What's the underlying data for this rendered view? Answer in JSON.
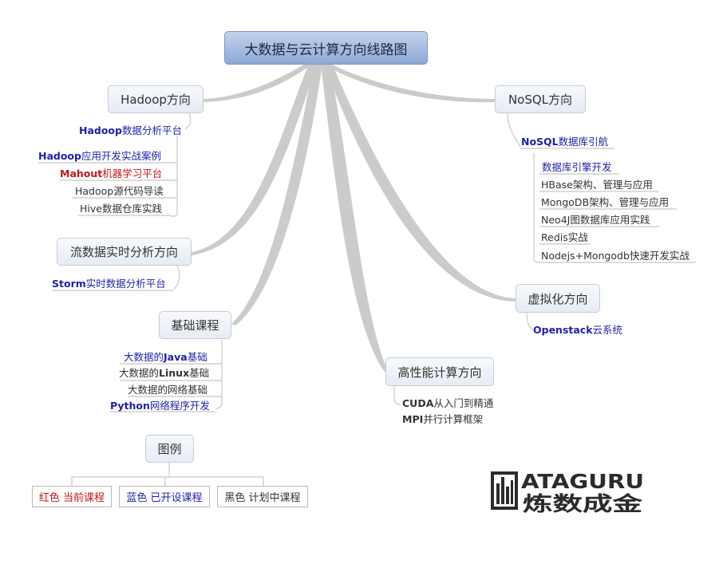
{
  "root": {
    "title": "大数据与云计算方向线路图"
  },
  "branches": {
    "hadoop": {
      "title": "Hadoop方向",
      "items": [
        {
          "bold": "Hadoop",
          "rest": "数据分析平台",
          "color": "blue"
        },
        {
          "bold": "Hadoop",
          "rest": "应用开发实战案例",
          "color": "blue"
        },
        {
          "bold": "Mahout",
          "rest": "机器学习平台",
          "color": "red"
        },
        {
          "bold": "",
          "rest": "Hadoop源代码导读",
          "color": "black"
        },
        {
          "bold": "",
          "rest": "Hive数据仓库实践",
          "color": "black"
        }
      ]
    },
    "streaming": {
      "title": "流数据实时分析方向",
      "items": [
        {
          "bold": "Storm",
          "rest": "实时数据分析平台",
          "color": "blue"
        }
      ]
    },
    "basics": {
      "title": "基础课程",
      "items": [
        {
          "pre": "大数据的",
          "bold": "Java",
          "rest": "基础",
          "color": "blue"
        },
        {
          "pre": "大数据的",
          "bold": "Linux",
          "rest": "基础",
          "color": "black"
        },
        {
          "pre": "",
          "bold": "",
          "rest": "大数据的网络基础",
          "color": "black"
        },
        {
          "pre": "",
          "bold": "Python",
          "rest": "网络程序开发",
          "color": "blue"
        }
      ]
    },
    "nosql": {
      "title": "NoSQL方向",
      "items": [
        {
          "bold": "NoSQL",
          "rest": "数据库引航",
          "color": "blue"
        },
        {
          "bold": "",
          "rest": "数据库引擎开发",
          "color": "blue"
        },
        {
          "bold": "",
          "rest": "HBase架构、管理与应用",
          "color": "black"
        },
        {
          "bold": "",
          "rest": "MongoDB架构、管理与应用",
          "color": "black"
        },
        {
          "bold": "",
          "rest": "Neo4J图数据库应用实践",
          "color": "black"
        },
        {
          "bold": "",
          "rest": "Redis实战",
          "color": "black"
        },
        {
          "bold": "",
          "rest": "Nodejs+Mongodb快速开发实战",
          "color": "black"
        }
      ]
    },
    "virtualization": {
      "title": "虚拟化方向",
      "items": [
        {
          "bold": "Openstack",
          "rest": "云系统",
          "color": "blue"
        }
      ]
    },
    "hpc": {
      "title": "高性能计算方向",
      "items": [
        {
          "bold": "CUDA",
          "rest": "从入门到精通",
          "color": "black"
        },
        {
          "bold": "MPI",
          "rest": "并行计算框架",
          "color": "black"
        }
      ]
    }
  },
  "legend": {
    "title": "图例",
    "red": "红色 当前课程",
    "blue": "蓝色 已开设课程",
    "black": "黑色 计划中课程"
  },
  "logo": {
    "line1": "ATAGURU",
    "line2": "炼数成金"
  },
  "colors": {
    "red": "#c4161c",
    "blue": "#1f1fa8",
    "black": "#333333",
    "root": "#9db3dc",
    "connector": "#c8c8c8"
  }
}
